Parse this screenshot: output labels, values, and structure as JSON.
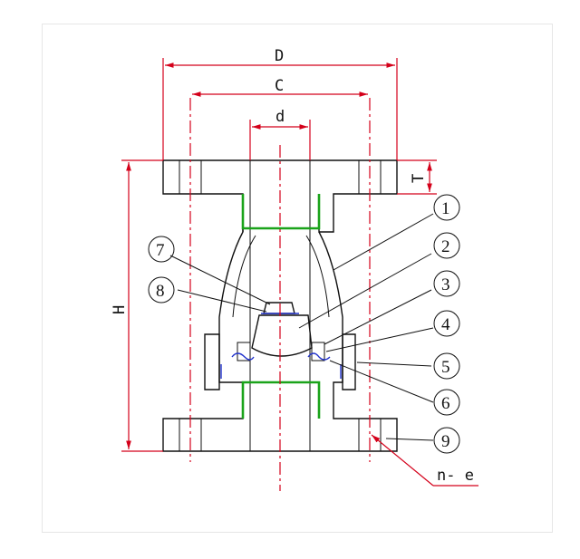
{
  "dimensions": {
    "outer_diameter": "D",
    "bolt_circle": "C",
    "bore": "d",
    "height": "H",
    "flange_thickness": "T",
    "bolt_holes": "n- e"
  },
  "parts": [
    "1",
    "2",
    "3",
    "4",
    "5",
    "6",
    "7",
    "8",
    "9"
  ],
  "colors": {
    "dimension": "#d4001a",
    "outline": "#111111",
    "liner": "#1aa31a",
    "seal": "#2233cc"
  }
}
